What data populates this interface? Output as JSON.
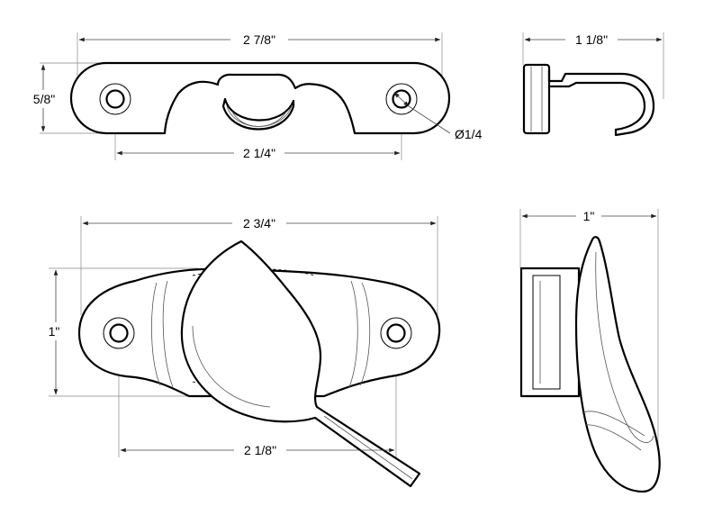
{
  "title": "",
  "dimensions": {
    "catch_width": "2 7/8\"",
    "catch_height": "5/8\"",
    "catch_hole_spacing": "2 1/4\"",
    "hole_diameter": "Ø1/4",
    "catch_depth": "1 1/8\"",
    "lock_width": "2 3/4\"",
    "lock_height": "1\"",
    "lock_hole_spacing": "2 1/8\"",
    "lock_depth": "1\""
  },
  "colors": {
    "line": "#000000",
    "dimension": "#444444",
    "background": "#ffffff"
  }
}
